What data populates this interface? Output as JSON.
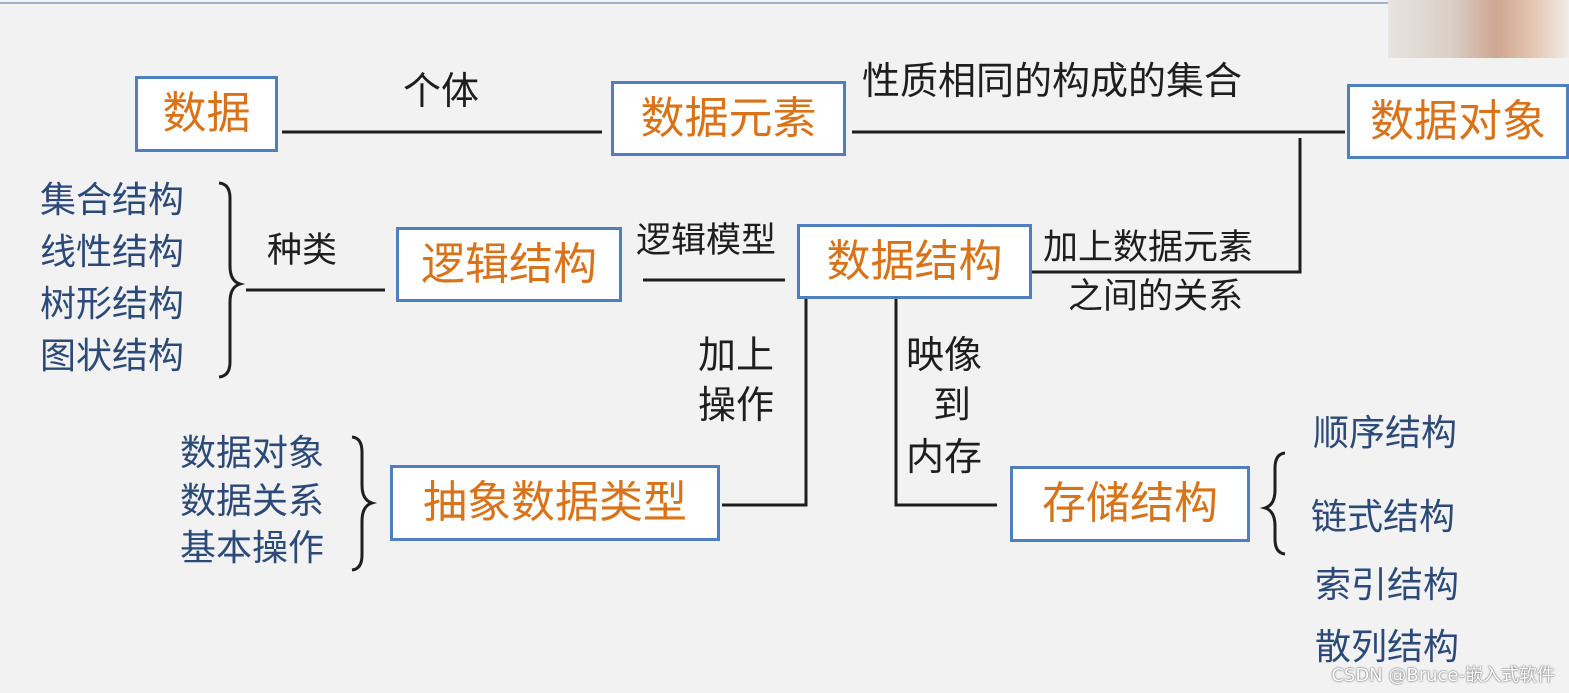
{
  "nodes": {
    "data": "数据",
    "data_element": "数据元素",
    "data_object": "数据对象",
    "logical_structure": "逻辑结构",
    "data_structure": "数据结构",
    "adt": "抽象数据类型",
    "storage_structure": "存储结构"
  },
  "edges": {
    "individual": "个体",
    "same_nature_set": "性质相同的构成的集合",
    "kinds": "种类",
    "logic_model": "逻辑模型",
    "add_relations_line1": "加上数据元素",
    "add_relations_line2": "之间的关系",
    "add_ops_line1": "加上",
    "add_ops_line2": "操作",
    "map_line1": "映像",
    "map_line2": "到",
    "map_line3": "内存"
  },
  "logical_kinds": [
    "集合结构",
    "线性结构",
    "树形结构",
    "图状结构"
  ],
  "adt_parts": [
    "数据对象",
    "数据关系",
    "基本操作"
  ],
  "storage_kinds": [
    "顺序结构",
    "链式结构",
    "索引结构",
    "散列结构"
  ],
  "watermark": "CSDN @Bruce-嵌入式软件",
  "colors": {
    "box_border": "#4f7fbf",
    "box_text": "#d9731a",
    "item_text": "#2c4a78",
    "line": "#1e1e1e"
  }
}
